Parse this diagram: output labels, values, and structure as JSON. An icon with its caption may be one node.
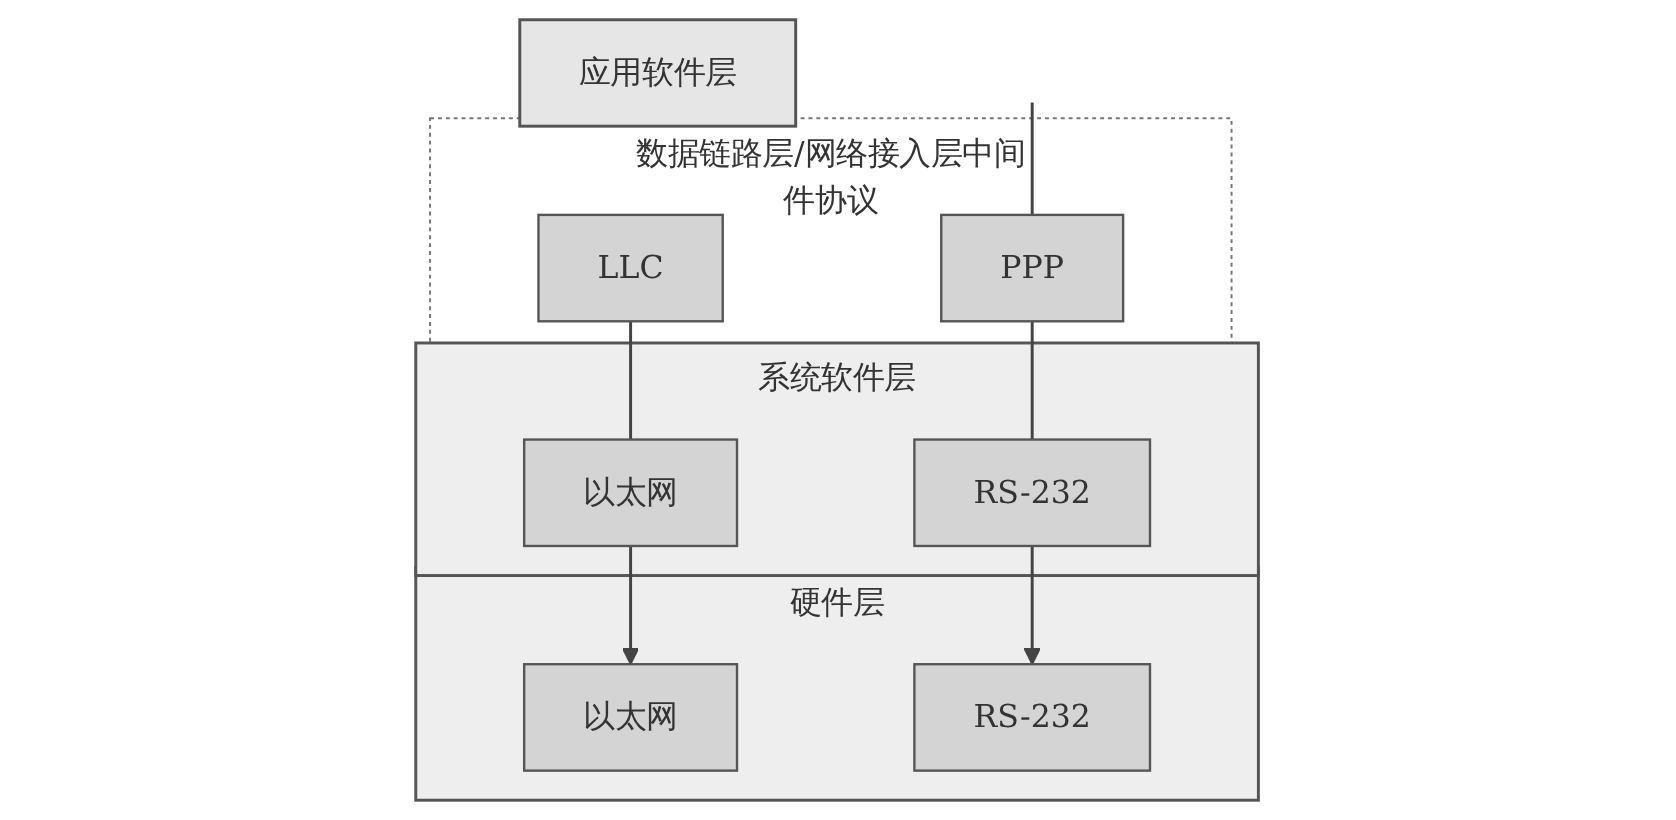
{
  "diagram": {
    "nodes": [
      {
        "text": [
          "应用软件层"
        ]
      },
      {
        "text": [
          "系统软件层"
        ]
      },
      {
        "text": [
          "数据链路层/网络接入层中间件协议"
        ]
      },
      {
        "text": [
          "LLC"
        ],
        "in": 2
      },
      {
        "text": [
          "PPP"
        ],
        "in": 2
      },
      {
        "text": [
          "以太网"
        ],
        "in": 1
      },
      {
        "text": [
          "RS-232"
        ],
        "in": 1
      },
      {
        "text": [
          "硬件层"
        ]
      },
      {
        "text": [
          "以太网"
        ],
        "in": 7
      },
      {
        "text": [
          "RS-232"
        ],
        "in": 7
      }
    ],
    "edges": [
      {
        "from": 4,
        "to": null,
        "arrow": "none"
      },
      {
        "from": 3,
        "to": 5,
        "arrow": "none"
      },
      {
        "from": 4,
        "to": 6,
        "arrow": "none"
      },
      {
        "from": 5,
        "to": 8,
        "arrow": "to"
      },
      {
        "from": 6,
        "to": 9,
        "arrow": "to"
      }
    ]
  }
}
